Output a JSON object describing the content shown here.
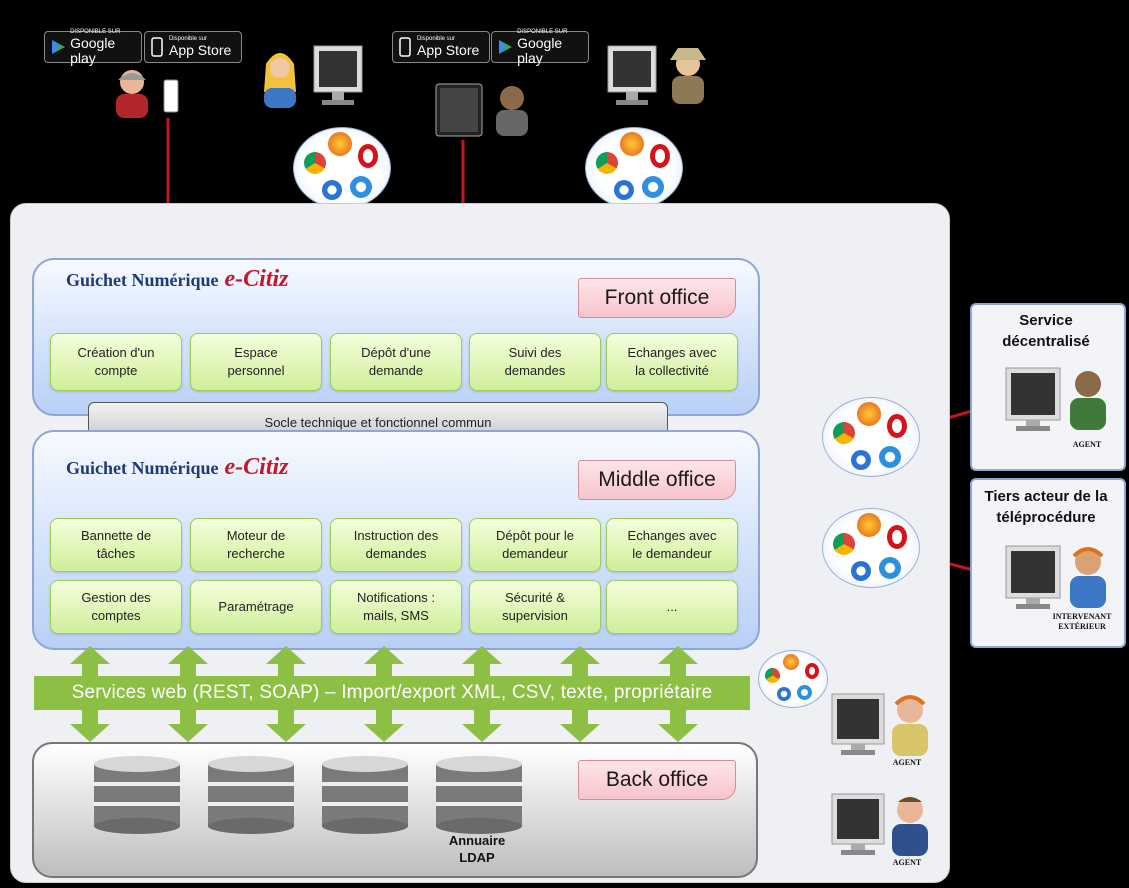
{
  "stores": {
    "google_small": "DISPONIBLE SUR",
    "google_big": "Google play",
    "apple_small": "Disponible sur",
    "apple_big": "App Store"
  },
  "front_office": {
    "title": "Guichet Numérique",
    "brand": "e-Citiz",
    "banner": "Front office",
    "modules": [
      "Création d'un\ncompte",
      "Espace\npersonnel",
      "Dépôt d'une\ndemande",
      "Suivi des\ndemandes",
      "Echanges avec\nla collectivité"
    ]
  },
  "socle": "Socle technique et fonctionnel commun",
  "middle_office": {
    "title": "Guichet Numérique",
    "brand": "e-Citiz",
    "banner": "Middle office",
    "modules_row1": [
      "Bannette de\ntâches",
      "Moteur de\nrecherche",
      "Instruction des\ndemandes",
      "Dépôt pour le\ndemandeur",
      "Echanges avec\nle demandeur"
    ],
    "modules_row2": [
      "Gestion des\ncomptes",
      "Paramétrage",
      "Notifications :\nmails, SMS",
      "Sécurité &\nsupervision",
      "..."
    ]
  },
  "services": "Services web (REST, SOAP) – Import/export XML, CSV, texte, propriétaire",
  "back_office": {
    "banner": "Back office",
    "ldap": "Annuaire\nLDAP"
  },
  "side": {
    "decentralise_title": "Service\ndécentralisé",
    "decentralise_role": "AGENT",
    "tiers_title": "Tiers acteur de la\ntéléprocédure",
    "tiers_role": "INTERVENANT\nEXTÉRIEUR",
    "agent1": "AGENT",
    "agent2": "AGENT"
  },
  "colors": {
    "arrow": "#c0161c",
    "green_arrow": "#8cbf44",
    "brand": "#c01a2a",
    "title": "#1f3a78"
  }
}
